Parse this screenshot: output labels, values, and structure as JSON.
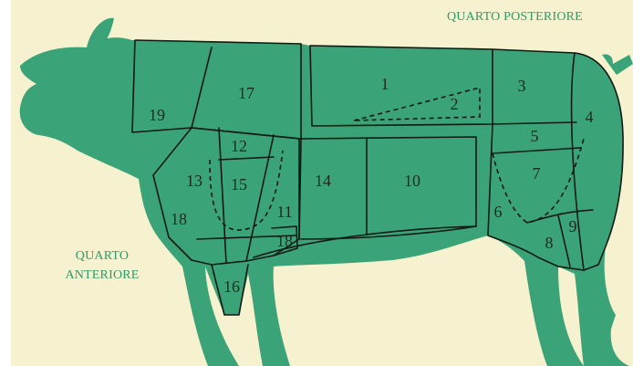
{
  "colors": {
    "background": "#f6f1cf",
    "body": "#3aa377",
    "outline": "#0f1a14",
    "label_text": "#2f9a6b",
    "number_text": "#1e2a1c"
  },
  "labels": {
    "hind_quarter": "QUARTO POSTERIORE",
    "fore_quarter_line1": "QUARTO",
    "fore_quarter_line2": "ANTERIORE"
  },
  "cuts": [
    "1",
    "2",
    "3",
    "4",
    "5",
    "6",
    "7",
    "8",
    "9",
    "10",
    "11",
    "12",
    "13",
    "14",
    "15",
    "16",
    "17",
    "18",
    "18",
    "19"
  ]
}
